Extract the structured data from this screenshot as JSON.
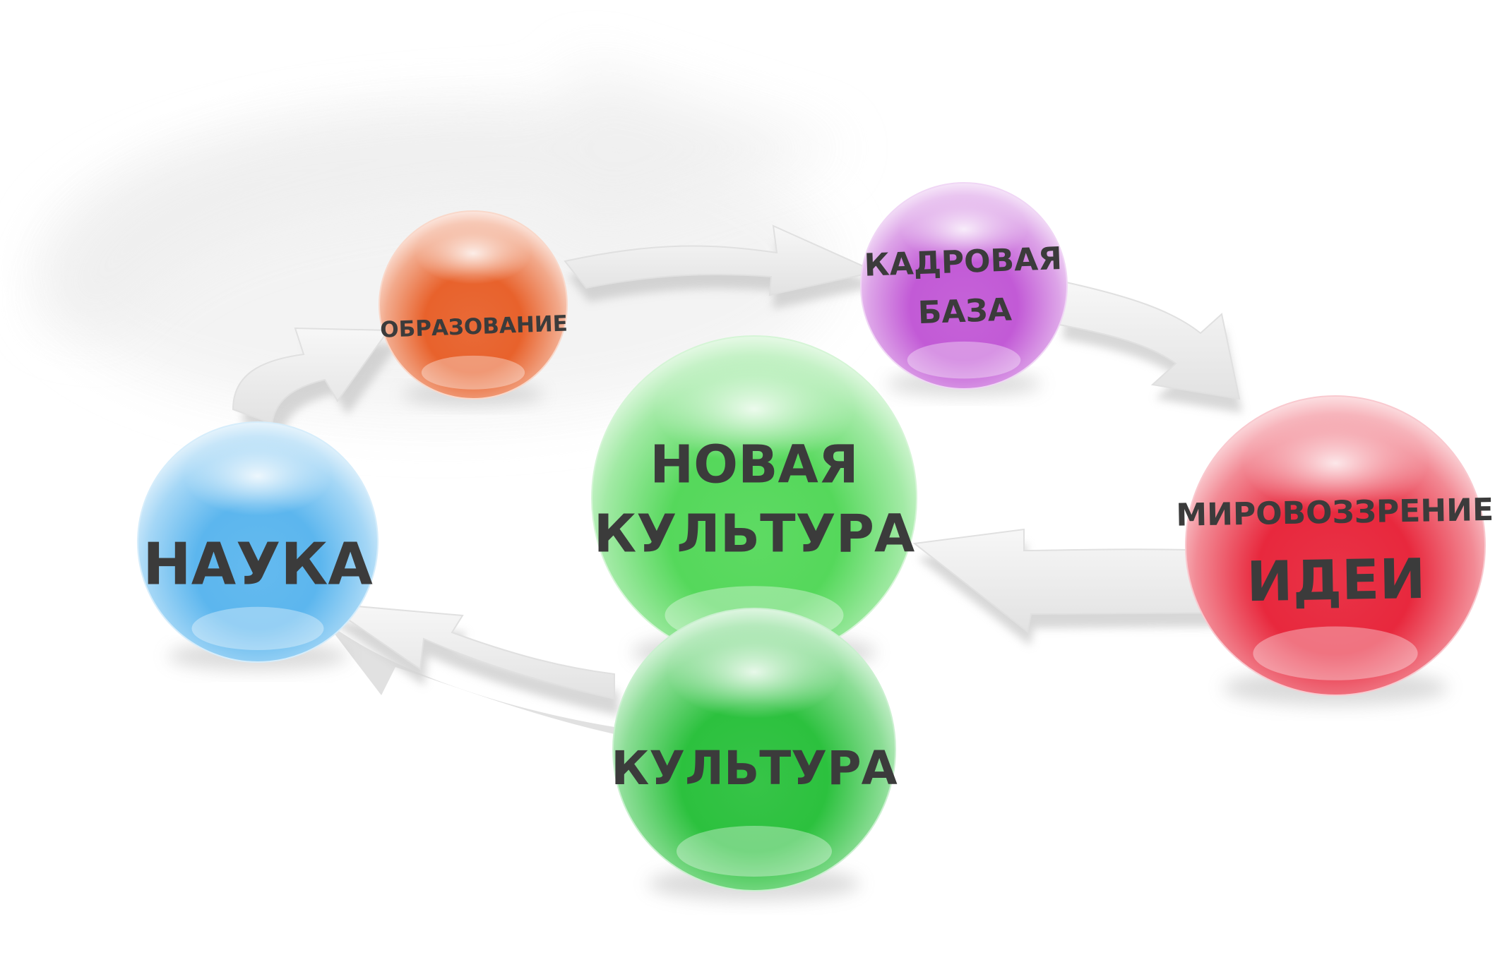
{
  "diagram": {
    "nodes": [
      {
        "id": "obrazovanie",
        "lines": [
          "ОБРАЗОВАНИЕ"
        ],
        "color": "#e8622c"
      },
      {
        "id": "kadrovaya",
        "lines": [
          "КАДРОВАЯ",
          "БАЗА"
        ],
        "color": "#c25ad6"
      },
      {
        "id": "nauka",
        "lines": [
          "НАУКА"
        ],
        "color": "#5cb6ee"
      },
      {
        "id": "novaya-kultura",
        "lines": [
          "НОВАЯ",
          "КУЛЬТУРА"
        ],
        "color": "#55d85b"
      },
      {
        "id": "kultura",
        "lines": [
          "КУЛЬТУРА"
        ],
        "color": "#2cc13e"
      },
      {
        "id": "mirovozzrenie",
        "lines": [
          "МИРОВОЗЗРЕНИЕ",
          "ИДЕИ"
        ],
        "color": "#e8283d"
      }
    ],
    "edges": [
      {
        "from": "nauka",
        "to": "obrazovanie"
      },
      {
        "from": "obrazovanie",
        "to": "kadrovaya"
      },
      {
        "from": "kadrovaya",
        "to": "mirovozzrenie"
      },
      {
        "from": "mirovozzrenie",
        "to": "novaya-kultura"
      },
      {
        "from": "kultura",
        "to": "nauka"
      }
    ],
    "colors": {
      "arrow_fill": "#efefef",
      "arrow_shadow": "#c9c9c9",
      "label_text": "#3b3b3b"
    }
  }
}
